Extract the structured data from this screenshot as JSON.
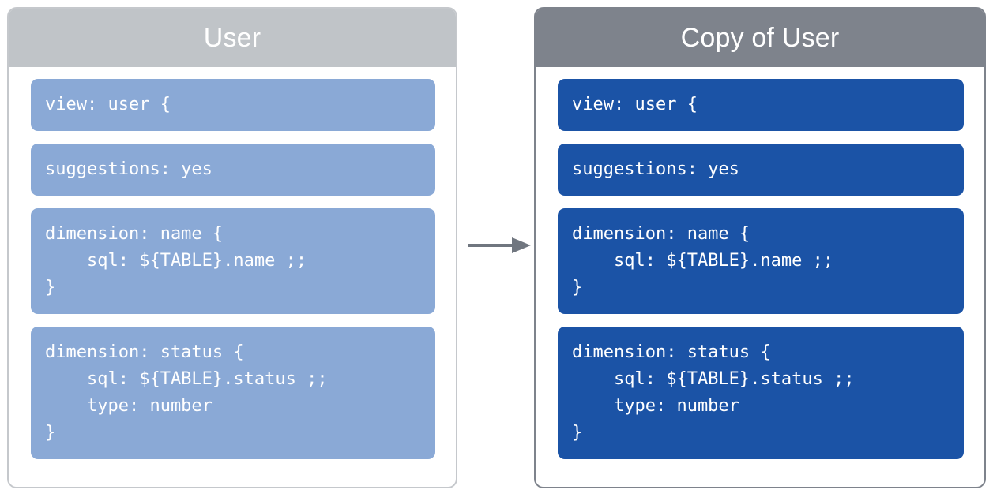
{
  "diagram": {
    "type": "flow",
    "description": "Two side-by-side LookML view panels connected by an arrow showing a view being copied",
    "colors": {
      "source_header_bg": "#c0c4c8",
      "source_block_bg": "#8aa9d6",
      "source_border": "#c5c8cc",
      "copy_header_bg": "#7e838c",
      "copy_block_bg": "#1b53a6",
      "copy_border": "#7e838c",
      "arrow": "#70767f",
      "text_on_fill": "#ffffff",
      "canvas_bg": "#ffffff"
    }
  },
  "panels": [
    {
      "id": "source",
      "title": "User",
      "blocks": [
        {
          "id": "view-declaration",
          "code": "view: user {"
        },
        {
          "id": "suggestions-parameter",
          "code": "suggestions: yes"
        },
        {
          "id": "dimension-name",
          "code": "dimension: name {\n    sql: ${TABLE}.name ;;\n}"
        },
        {
          "id": "dimension-status",
          "code": "dimension: status {\n    sql: ${TABLE}.status ;;\n    type: number\n}"
        }
      ]
    },
    {
      "id": "copy",
      "title": "Copy of User",
      "blocks": [
        {
          "id": "view-declaration",
          "code": "view: user {"
        },
        {
          "id": "suggestions-parameter",
          "code": "suggestions: yes"
        },
        {
          "id": "dimension-name",
          "code": "dimension: name {\n    sql: ${TABLE}.name ;;\n}"
        },
        {
          "id": "dimension-status",
          "code": "dimension: status {\n    sql: ${TABLE}.status ;;\n    type: number\n}"
        }
      ]
    }
  ],
  "connector": {
    "id": "copy-arrow",
    "direction": "right",
    "label": ""
  }
}
